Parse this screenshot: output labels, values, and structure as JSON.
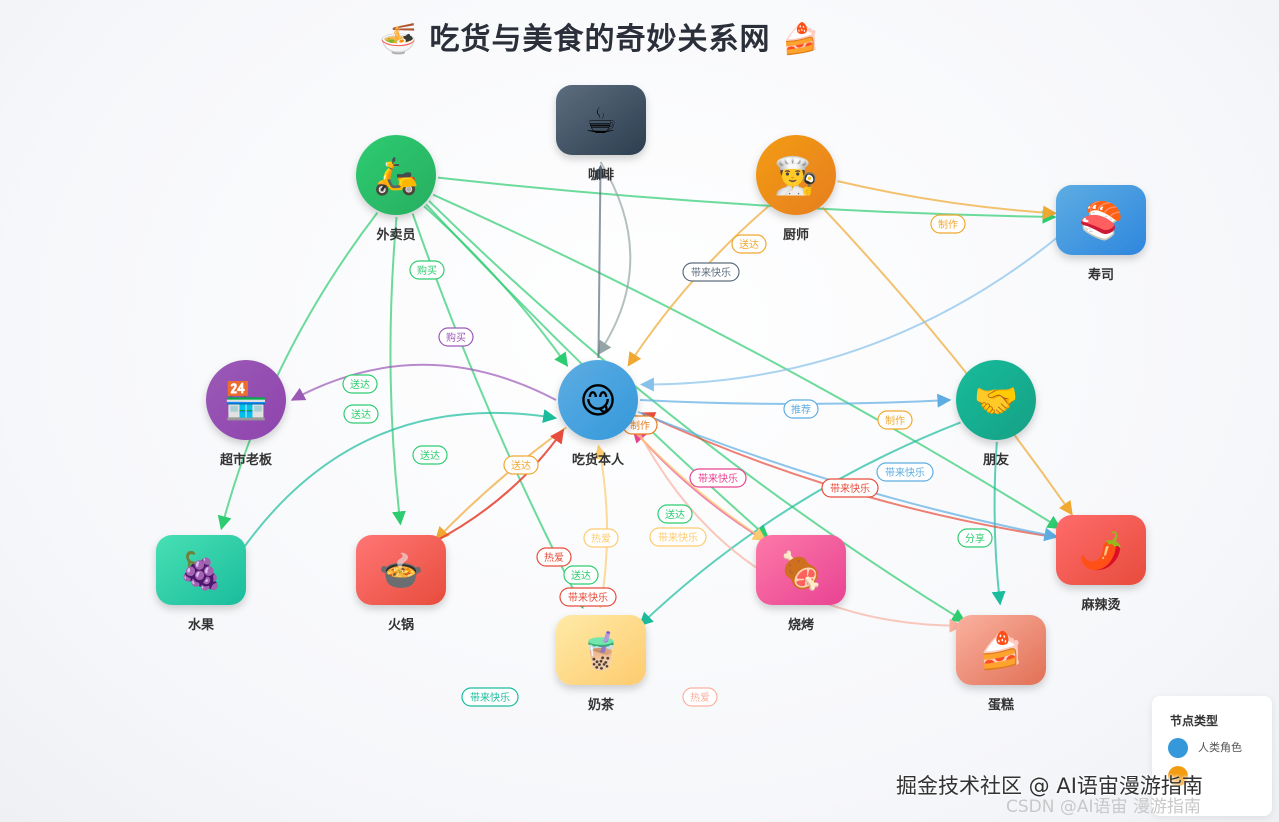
{
  "title": {
    "text": "吃货与美食的奇妙关系网",
    "left_icon": "🍜",
    "right_icon": "🍰"
  },
  "colors": {
    "human": "#3498db",
    "food": "#f39c12"
  },
  "nodes": [
    {
      "id": "courier",
      "label": "外卖员",
      "icon": "🛵",
      "shape": "circle",
      "color1": "#2ecc71",
      "color2": "#27ae60"
    },
    {
      "id": "coffee",
      "label": "咖啡",
      "icon": "☕",
      "shape": "rounded",
      "color1": "#5d6d7e",
      "color2": "#2c3e50"
    },
    {
      "id": "chef",
      "label": "厨师",
      "icon": "👨‍🍳",
      "shape": "circle",
      "color1": "#f39c12",
      "color2": "#e67e22"
    },
    {
      "id": "sushi",
      "label": "寿司",
      "icon": "🍣",
      "shape": "rounded",
      "color1": "#5dade2",
      "color2": "#2e86de"
    },
    {
      "id": "grocer",
      "label": "超市老板",
      "icon": "🏪",
      "shape": "circle",
      "color1": "#9b59b6",
      "color2": "#8e44ad"
    },
    {
      "id": "foodie",
      "label": "吃货本人",
      "icon": "😋",
      "shape": "circle",
      "color1": "#5dade2",
      "color2": "#3498db"
    },
    {
      "id": "friend",
      "label": "朋友",
      "icon": "🤝",
      "shape": "circle",
      "color1": "#1abc9c",
      "color2": "#16a085"
    },
    {
      "id": "fruit",
      "label": "水果",
      "icon": "🍇",
      "shape": "rounded",
      "color1": "#48e0b4",
      "color2": "#1abc9c"
    },
    {
      "id": "hotpot",
      "label": "火锅",
      "icon": "🍲",
      "shape": "rounded",
      "color1": "#ff7675",
      "color2": "#e74c3c"
    },
    {
      "id": "bbq",
      "label": "烧烤",
      "icon": "🍖",
      "shape": "rounded",
      "color1": "#fd79a8",
      "color2": "#e84393"
    },
    {
      "id": "mala",
      "label": "麻辣烫",
      "icon": "🌶️",
      "shape": "rounded",
      "color1": "#ff6b6b",
      "color2": "#e74c3c"
    },
    {
      "id": "milktea",
      "label": "奶茶",
      "icon": "🧋",
      "shape": "rounded",
      "color1": "#ffeaa7",
      "color2": "#fdcb6e"
    },
    {
      "id": "cake",
      "label": "蛋糕",
      "icon": "🍰",
      "shape": "rounded",
      "color1": "#fab1a0",
      "color2": "#e17055"
    }
  ],
  "edges": [
    {
      "from": "courier",
      "to": "sushi",
      "label": "",
      "color": "#2ecc71"
    },
    {
      "from": "courier",
      "to": "hotpot",
      "label": "送达",
      "color": "#2ecc71"
    },
    {
      "from": "courier",
      "to": "fruit",
      "label": "送达",
      "color": "#2ecc71"
    },
    {
      "from": "courier",
      "to": "foodie",
      "label": "购买",
      "color": "#2ecc71"
    },
    {
      "from": "courier",
      "to": "bbq",
      "label": "送达",
      "color": "#2ecc71"
    },
    {
      "from": "courier",
      "to": "mala",
      "label": "分享",
      "color": "#2ecc71"
    },
    {
      "from": "courier",
      "to": "milktea",
      "label": "送达",
      "color": "#2ecc71"
    },
    {
      "from": "courier",
      "to": "cake",
      "label": "送达",
      "color": "#2ecc71"
    },
    {
      "from": "coffee",
      "to": "foodie",
      "label": "",
      "color": "#95a5a6"
    },
    {
      "from": "chef",
      "to": "sushi",
      "label": "制作",
      "color": "#f0a830"
    },
    {
      "from": "chef",
      "to": "mala",
      "label": "制作",
      "color": "#f0a830"
    },
    {
      "from": "chef",
      "to": "foodie",
      "label": "送达",
      "color": "#f0a830"
    },
    {
      "from": "foodie",
      "to": "grocer",
      "label": "购买",
      "color": "#9b59b6"
    },
    {
      "from": "foodie",
      "to": "friend",
      "label": "推荐",
      "color": "#5dade2"
    },
    {
      "from": "foodie",
      "to": "coffee",
      "label": "带来快乐",
      "color": "#5d6d7e"
    },
    {
      "from": "sushi",
      "to": "foodie",
      "label": "",
      "color": "#85c1e9"
    },
    {
      "from": "friend",
      "to": "cake",
      "label": "分享",
      "color": "#1abc9c"
    },
    {
      "from": "friend",
      "to": "milktea",
      "label": "带来快乐",
      "color": "#1abc9c"
    },
    {
      "from": "foodie",
      "to": "hotpot",
      "label": "送达",
      "color": "#f0a830"
    },
    {
      "from": "hotpot",
      "to": "foodie",
      "label": "热爱",
      "color": "#e74c3c"
    },
    {
      "from": "bbq",
      "to": "foodie",
      "label": "带来快乐",
      "color": "#e84393"
    },
    {
      "from": "mala",
      "to": "foodie",
      "label": "带来快乐",
      "color": "#e74c3c"
    },
    {
      "from": "milktea",
      "to": "foodie",
      "label": "热爱",
      "color": "#fdcb6e"
    },
    {
      "from": "fruit",
      "to": "foodie",
      "label": "带来快乐",
      "color": "#1abc9c"
    },
    {
      "from": "foodie",
      "to": "cake",
      "label": "热爱",
      "color": "#fab1a0"
    },
    {
      "from": "foodie",
      "to": "mala",
      "label": "带来快乐",
      "color": "#5dade2"
    },
    {
      "from": "foodie",
      "to": "bbq",
      "label": "带来快乐",
      "color": "#fdcb6e"
    },
    {
      "from": "hotpot",
      "to": "foodie",
      "label": "带来快乐",
      "color": "#e74c3c"
    },
    {
      "from": "foodie",
      "to": "foodie",
      "label": "制作",
      "color": "#e67e22"
    }
  ],
  "legend": {
    "title": "节点类型",
    "items": [
      {
        "label": "人类角色",
        "color": "#3498db"
      },
      {
        "label": "",
        "color": "#f39c12"
      }
    ]
  },
  "watermark": {
    "main": "掘金技术社区 @ AI语宙漫游指南",
    "sub": "CSDN @AI语宙 漫游指南"
  }
}
